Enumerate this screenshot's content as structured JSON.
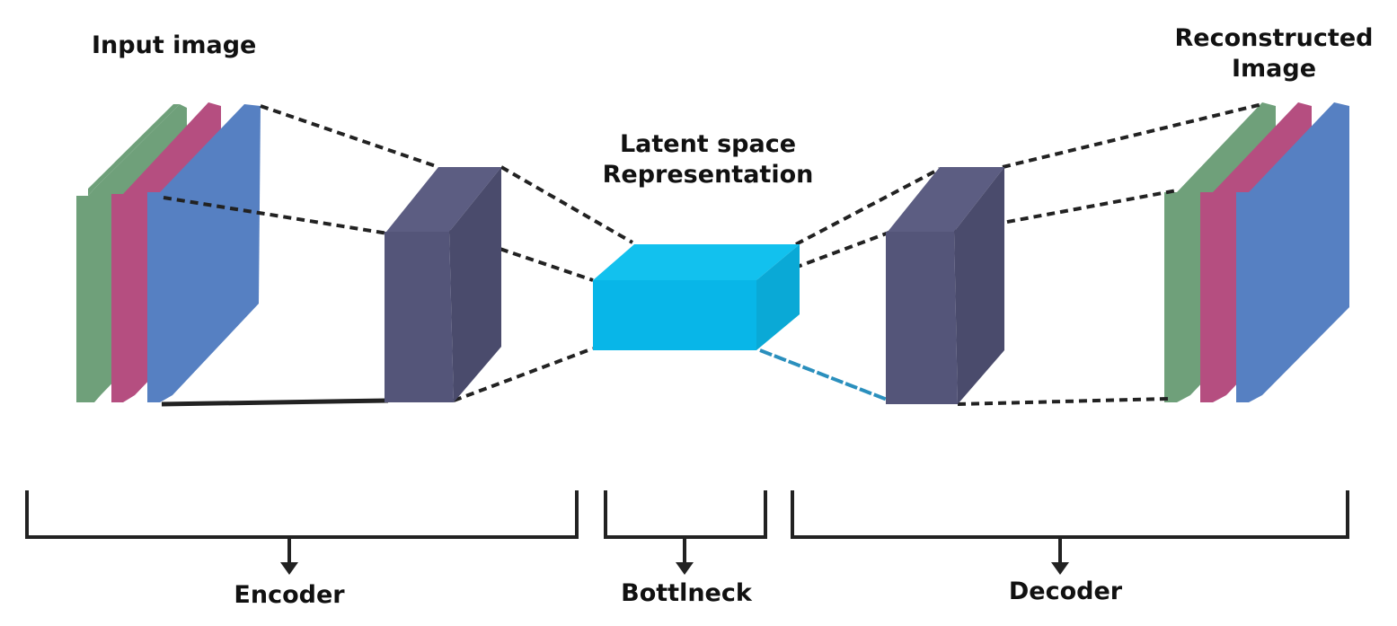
{
  "labels": {
    "input": "Input image",
    "reconstructed_line1": "Reconstructed",
    "reconstructed_line2": "Image",
    "latent_line1": "Latent space",
    "latent_line2": "Representation",
    "encoder": "Encoder",
    "bottleneck": "Bottlneck",
    "decoder": "Decoder"
  },
  "colors": {
    "green": "#6fa07a",
    "pink": "#b54e80",
    "blue": "#5680c2",
    "block_front": "#545579",
    "block_side": "#4a4b6c",
    "block_top": "#5c5d82",
    "latent_front": "#08b6e8",
    "latent_top": "#12c1ee",
    "latent_side": "#0aa9d6",
    "line": "#222222",
    "arrow": "#222222"
  }
}
